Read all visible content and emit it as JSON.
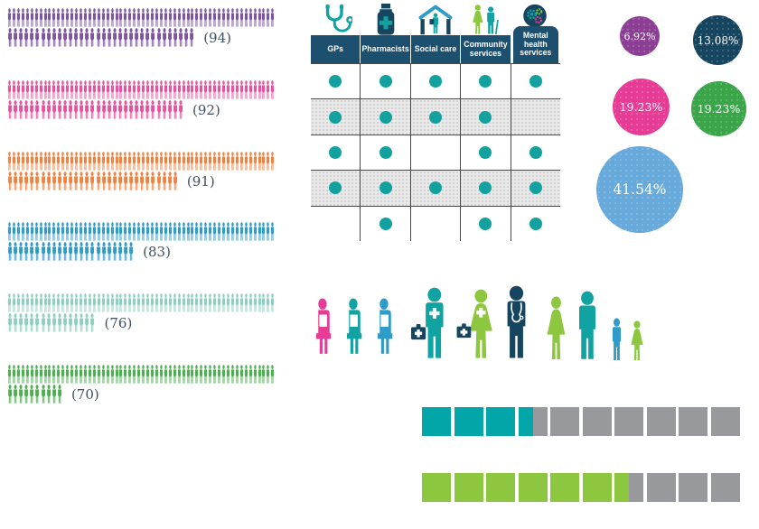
{
  "people_rows": [
    {
      "label": "(94)",
      "count": 94,
      "color": "#7d54a0"
    },
    {
      "label": "(92)",
      "count": 92,
      "color": "#e9509e"
    },
    {
      "label": "(91)",
      "count": 91,
      "color": "#f0813f"
    },
    {
      "label": "(83)",
      "count": 83,
      "color": "#2f9bc8"
    },
    {
      "label": "(76)",
      "count": 76,
      "color": "#8fcfc2"
    },
    {
      "label": "(70)",
      "count": 70,
      "color": "#4cb050"
    }
  ],
  "people_row_capacity": 60,
  "table": {
    "columns": [
      {
        "label": "GPs",
        "icon": "stethoscope-icon"
      },
      {
        "label": "Pharmacists",
        "icon": "medicine-bottle-icon"
      },
      {
        "label": "Social care",
        "icon": "house-person-icon"
      },
      {
        "label": "Community services",
        "icon": "community-people-icon"
      },
      {
        "label": "Mental health services",
        "icon": "head-gears-icon"
      }
    ],
    "header_color": "#1d4f6e",
    "dot_color": "#12a19f",
    "matrix": [
      [
        1,
        1,
        1,
        1,
        1
      ],
      [
        1,
        1,
        1,
        1,
        0
      ],
      [
        1,
        1,
        0,
        1,
        1
      ],
      [
        1,
        1,
        1,
        1,
        1
      ],
      [
        0,
        1,
        0,
        1,
        1
      ]
    ]
  },
  "bubbles": [
    {
      "label": "6.92%",
      "value": 6.92,
      "color": "#8b3e94"
    },
    {
      "label": "13.08%",
      "value": 13.08,
      "color": "#15455f"
    },
    {
      "label": "19.23%",
      "value": 19.23,
      "color": "#e73c96"
    },
    {
      "label": "19.23%",
      "value": 19.23,
      "color": "#3aa649"
    },
    {
      "label": "41.54%",
      "value": 41.54,
      "color": "#66a9da"
    }
  ],
  "figures": {
    "seated_patients": [
      {
        "icon": "seated-person-icon",
        "color": "#e73c96"
      },
      {
        "icon": "seated-person-icon",
        "color": "#11a2a2"
      },
      {
        "icon": "seated-person-icon",
        "color": "#2f9bc8"
      }
    ],
    "professionals": [
      {
        "icon": "man-briefcase-icon",
        "type": "man-briefcase",
        "color": "#11a2a2"
      },
      {
        "icon": "woman-bag-icon",
        "type": "woman-bag",
        "color": "#8dc63f"
      },
      {
        "icon": "doctor-icon",
        "type": "doctor",
        "color": "#15455f"
      }
    ],
    "family": [
      {
        "icon": "woman-icon",
        "type": "woman",
        "color": "#8dc63f"
      },
      {
        "icon": "man-icon",
        "type": "man",
        "color": "#11a2a2"
      },
      {
        "icon": "boy-icon",
        "type": "boy",
        "color": "#2f9bc8"
      },
      {
        "icon": "girl-icon",
        "type": "girl",
        "color": "#8dc63f"
      }
    ]
  },
  "progress_rows": [
    {
      "filled": 3.5,
      "total": 10,
      "color": "#02a5a8",
      "empty_color": "#97999c"
    },
    {
      "filled": 6.5,
      "total": 10,
      "color": "#8dc63f",
      "empty_color": "#97999c"
    }
  ],
  "chart_data": [
    {
      "type": "bar",
      "variant": "pictogram-people",
      "categories": [
        "purple",
        "pink",
        "orange",
        "blue",
        "pale-teal",
        "green"
      ],
      "values": [
        94,
        92,
        91,
        83,
        76,
        70
      ],
      "labels": [
        "(94)",
        "(92)",
        "(91)",
        "(83)",
        "(76)",
        "(70)"
      ],
      "title": "",
      "xlabel": "",
      "ylabel": "",
      "unit": "person icons"
    },
    {
      "type": "table",
      "columns": [
        "GPs",
        "Pharmacists",
        "Social care",
        "Community services",
        "Mental health services"
      ],
      "rows": [
        [
          1,
          1,
          1,
          1,
          1
        ],
        [
          1,
          1,
          1,
          1,
          0
        ],
        [
          1,
          1,
          0,
          1,
          1
        ],
        [
          1,
          1,
          1,
          1,
          1
        ],
        [
          0,
          1,
          0,
          1,
          1
        ]
      ],
      "marker": "teal-dot"
    },
    {
      "type": "pie",
      "variant": "proportional-bubbles",
      "labels": [
        "6.92%",
        "13.08%",
        "19.23%",
        "19.23%",
        "41.54%"
      ],
      "values": [
        6.92,
        13.08,
        19.23,
        19.23,
        41.54
      ],
      "colors": [
        "#8b3e94",
        "#15455f",
        "#e73c96",
        "#3aa649",
        "#66a9da"
      ]
    },
    {
      "type": "bar",
      "variant": "unit-squares",
      "series": [
        {
          "name": "teal",
          "filled": 3.5,
          "total": 10
        },
        {
          "name": "green",
          "filled": 6.5,
          "total": 10
        }
      ]
    }
  ]
}
